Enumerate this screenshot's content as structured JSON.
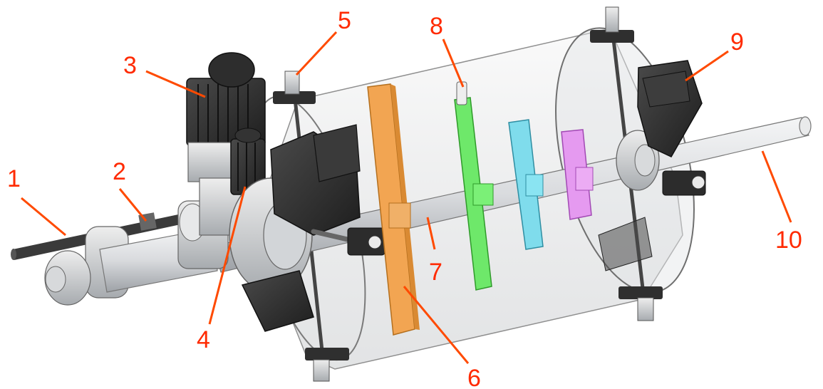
{
  "colors": {
    "callout": "#ff2a00",
    "leader": "#ff4a00",
    "part_orange": "#f2a552",
    "part_green": "#6ee86a",
    "part_cyan": "#7fdcec",
    "part_pink": "#e59af0",
    "dark_part": "#2b2b2b",
    "steel": "#cfd2d6"
  },
  "callouts": [
    {
      "id": "1",
      "label": "1"
    },
    {
      "id": "2",
      "label": "2"
    },
    {
      "id": "3",
      "label": "3"
    },
    {
      "id": "4",
      "label": "4"
    },
    {
      "id": "5",
      "label": "5"
    },
    {
      "id": "6",
      "label": "6"
    },
    {
      "id": "7",
      "label": "7"
    },
    {
      "id": "8",
      "label": "8"
    },
    {
      "id": "9",
      "label": "9"
    },
    {
      "id": "10",
      "label": "10"
    }
  ]
}
